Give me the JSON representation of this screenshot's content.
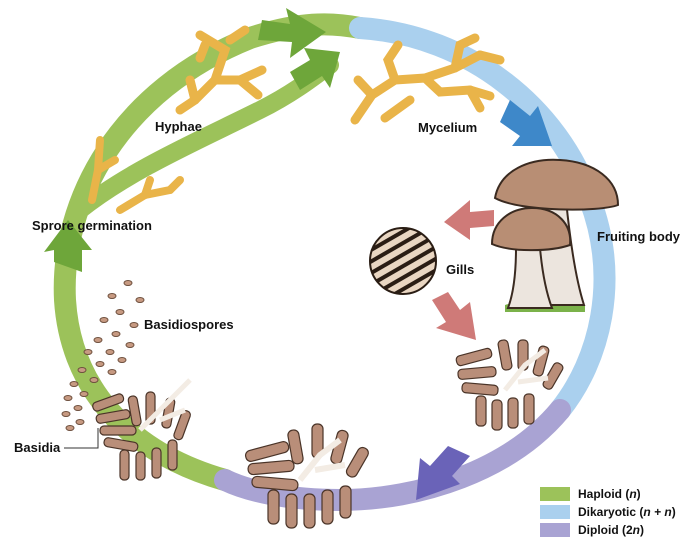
{
  "labels": {
    "hyphae": "Hyphae",
    "mycelium": "Mycelium",
    "fruiting_body": "Fruiting body",
    "gills": "Gills",
    "spore_germination": "Sprore germination",
    "basidiospores": "Basidiospores",
    "basidia": "Basidia"
  },
  "legend": [
    {
      "label": "Haploid (",
      "sym": "n",
      "tail": ")",
      "color": "#9cc25a"
    },
    {
      "label": "Dikaryotic (",
      "sym": "n + n",
      "tail": ")",
      "color": "#aad0ee"
    },
    {
      "label": "Diploid (2",
      "sym": "n",
      "tail": ")",
      "color": "#a9a3d3"
    }
  ],
  "colors": {
    "haploid": "#9cc25a",
    "dikaryotic": "#aad0ee",
    "diploid": "#a9a3d3",
    "arrow_green": "#6ea63a",
    "arrow_blue": "#3e88c9",
    "arrow_purple": "#6a63b8",
    "arrow_red": "#cf7a78",
    "hyphae": "#e9b449",
    "mushroom_cap": "#b88e74",
    "mushroom_stem": "#ece5de",
    "basidia": "#b98e79"
  }
}
